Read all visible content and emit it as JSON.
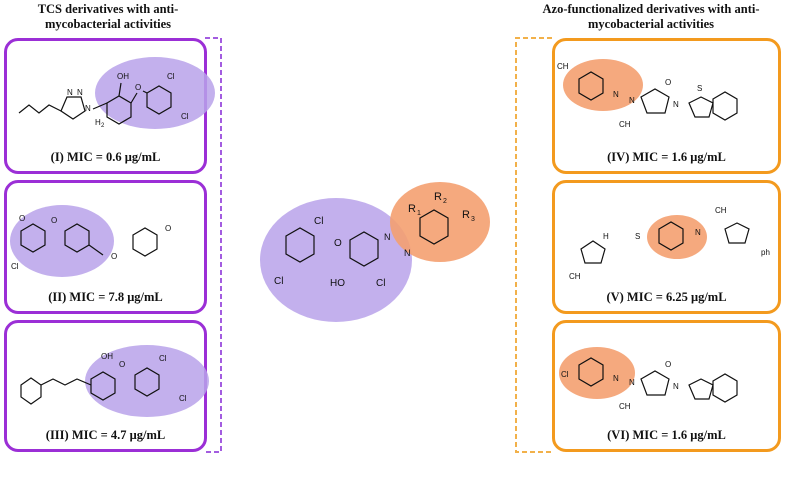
{
  "headings": {
    "left": "TCS derivatives with anti-mycobacterial activities",
    "right": "Azo-functionalized derivatives with anti-mycobacterial activities"
  },
  "cards": [
    {
      "id": "I",
      "mic": "(I) MIC = 0.6 μg/mL"
    },
    {
      "id": "II",
      "mic": "(II) MIC = 7.8 μg/mL"
    },
    {
      "id": "III",
      "mic": "(III) MIC =  4.7 μg/mL"
    },
    {
      "id": "IV",
      "mic": "(IV) MIC = 1.6 μg/mL"
    },
    {
      "id": "V",
      "mic": "(V) MIC = 6.25 μg/mL"
    },
    {
      "id": "VI",
      "mic": "(VI) MIC = 1.6 μg/mL"
    }
  ],
  "atoms": {
    "oh": "OH",
    "o": "O",
    "cl": "Cl",
    "n": "N",
    "h": "H",
    "s": "S",
    "ch2": "CH",
    "sub2": "2",
    "ch3": "CH",
    "sub3": "3",
    "ph": "ph",
    "nh": "N",
    "ho": "HO",
    "r1": "R",
    "r2": "R",
    "r3": "R",
    "r1sub": "1",
    "r2sub": "2",
    "r3sub": "3"
  },
  "colors": {
    "purple_border": "#9b2fd6",
    "orange_border": "#f39a1e",
    "purple_highlight": "#b9a2ea",
    "orange_highlight": "#f4a070"
  }
}
